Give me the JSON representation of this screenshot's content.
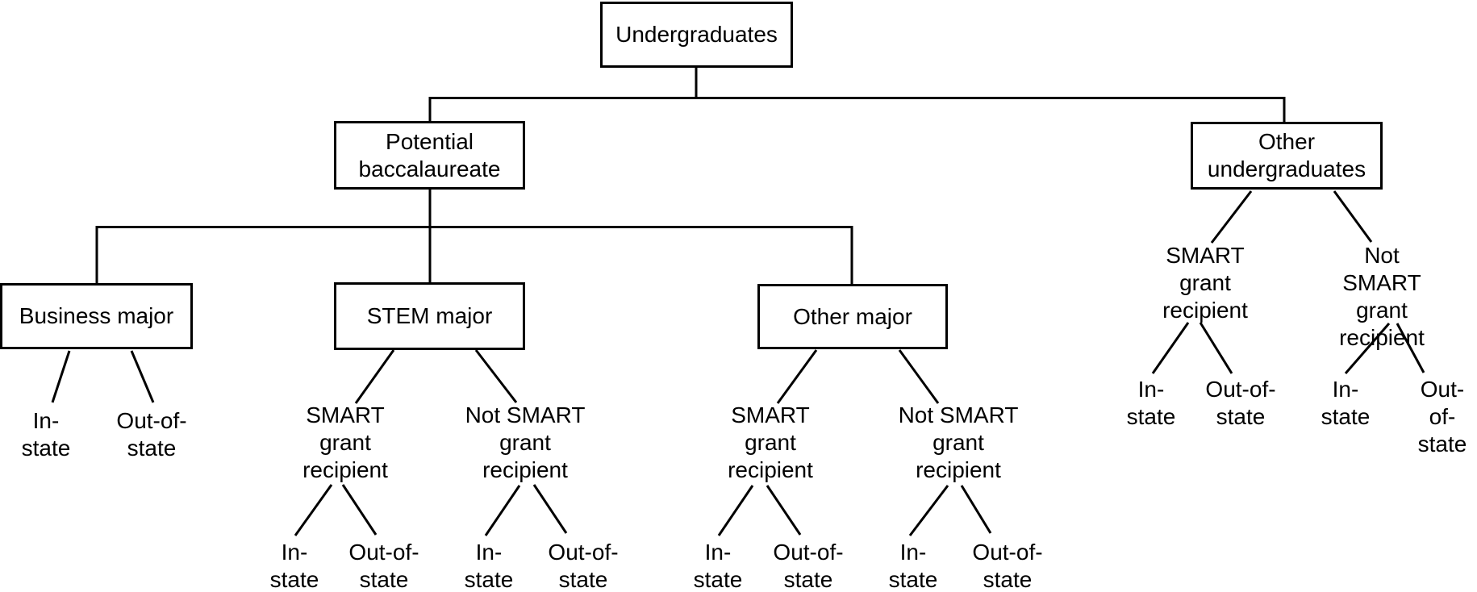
{
  "diagram": {
    "type": "tree",
    "colors": {
      "background": "#ffffff",
      "line": "#000000",
      "text": "#000000"
    },
    "nodes": {
      "root": "Undergraduates",
      "potential_baccalaureate": "Potential\nbaccalaureate",
      "other_undergraduates": "Other\nundergraduates",
      "business_major": "Business major",
      "stem_major": "STEM major",
      "other_major": "Other major",
      "smart_recipient": "SMART\ngrant\nrecipient",
      "not_smart_recipient": "Not SMART\ngrant\nrecipient",
      "in_state": "In-\nstate",
      "out_of_state": "Out-of-\nstate"
    },
    "tree": {
      "Undergraduates": {
        "Potential baccalaureate": {
          "Business major": [
            "In-state",
            "Out-of-state"
          ],
          "STEM major": {
            "SMART grant recipient": [
              "In-state",
              "Out-of-state"
            ],
            "Not SMART grant recipient": [
              "In-state",
              "Out-of-state"
            ]
          },
          "Other major": {
            "SMART grant recipient": [
              "In-state",
              "Out-of-state"
            ],
            "Not SMART grant recipient": [
              "In-state",
              "Out-of-state"
            ]
          }
        },
        "Other undergraduates": {
          "SMART grant recipient": [
            "In-state",
            "Out-of-state"
          ],
          "Not SMART grant recipient": [
            "In-state",
            "Out-of-state"
          ]
        }
      }
    }
  }
}
